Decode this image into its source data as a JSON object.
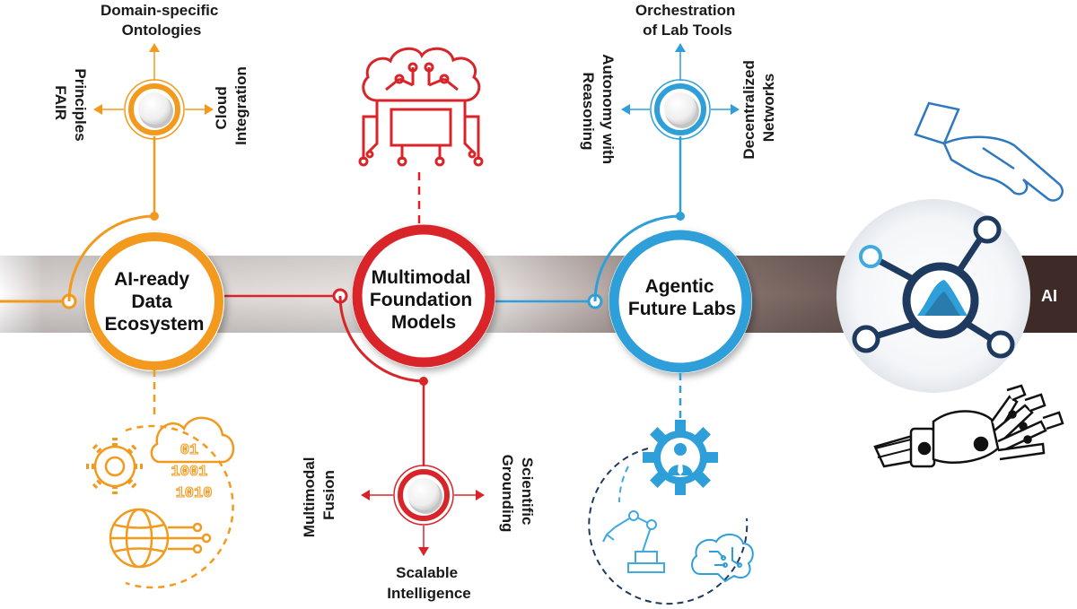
{
  "band": {
    "end_label": "AI"
  },
  "hubs": [
    {
      "id": "data",
      "title_lines": [
        "AI-ready",
        "Data",
        "Ecosystem"
      ],
      "color": "#F39A1E",
      "satellite_labels": {
        "top_lines": [
          "Domain-specific",
          "Ontologies"
        ],
        "left_lines": [
          "FAIR",
          "Principles"
        ],
        "right_lines": [
          "Cloud",
          "Integration"
        ]
      },
      "illustration": "cloud-data-gear-globe-icon",
      "binary_lines": [
        "01",
        "1001",
        "1010"
      ]
    },
    {
      "id": "foundation",
      "title_lines": [
        "Multimodal",
        "Foundation",
        "Models"
      ],
      "color": "#D9252A",
      "satellite_labels": {
        "left_lines": [
          "Multimodal",
          "Fusion"
        ],
        "right_lines": [
          "Scientific",
          "Grounding"
        ],
        "bottom_lines": [
          "Scalable",
          "Intelligence"
        ]
      },
      "illustration": "brain-circuit-icon"
    },
    {
      "id": "agentic",
      "title_lines": [
        "Agentic",
        "Future Labs"
      ],
      "color": "#2E9FD8",
      "satellite_labels": {
        "top_lines": [
          "Orchestration",
          "of Lab Tools"
        ],
        "left_lines": [
          "Autonomy with",
          "Reasoning"
        ],
        "right_lines": [
          "Decentralized",
          "Networks"
        ]
      },
      "illustration": "person-gear-robot-arm-brain-icon"
    }
  ],
  "colors": {
    "band_dark": "#3E2A27",
    "navy": "#1F3A5F",
    "light_blue": "#3FA9E0"
  }
}
